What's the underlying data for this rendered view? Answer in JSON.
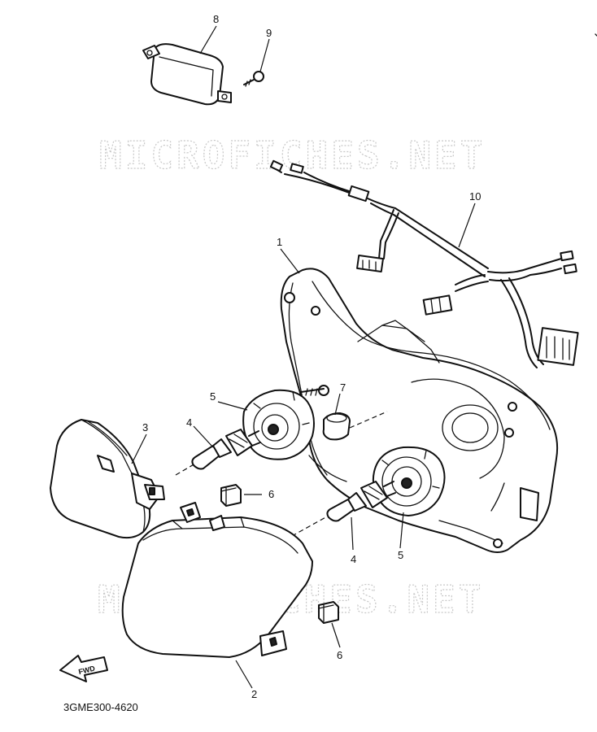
{
  "watermark": "MICROFICHES.NET",
  "diagram_code": "3GME300-4620",
  "direction_arrow": "FWD",
  "callouts": {
    "c1": "1",
    "c2": "2",
    "c3": "3",
    "c4a": "4",
    "c4b": "4",
    "c5a": "5",
    "c5b": "5",
    "c6a": "6",
    "c6b": "6",
    "c7": "7",
    "c8": "8",
    "c9": "9",
    "c10": "10"
  }
}
